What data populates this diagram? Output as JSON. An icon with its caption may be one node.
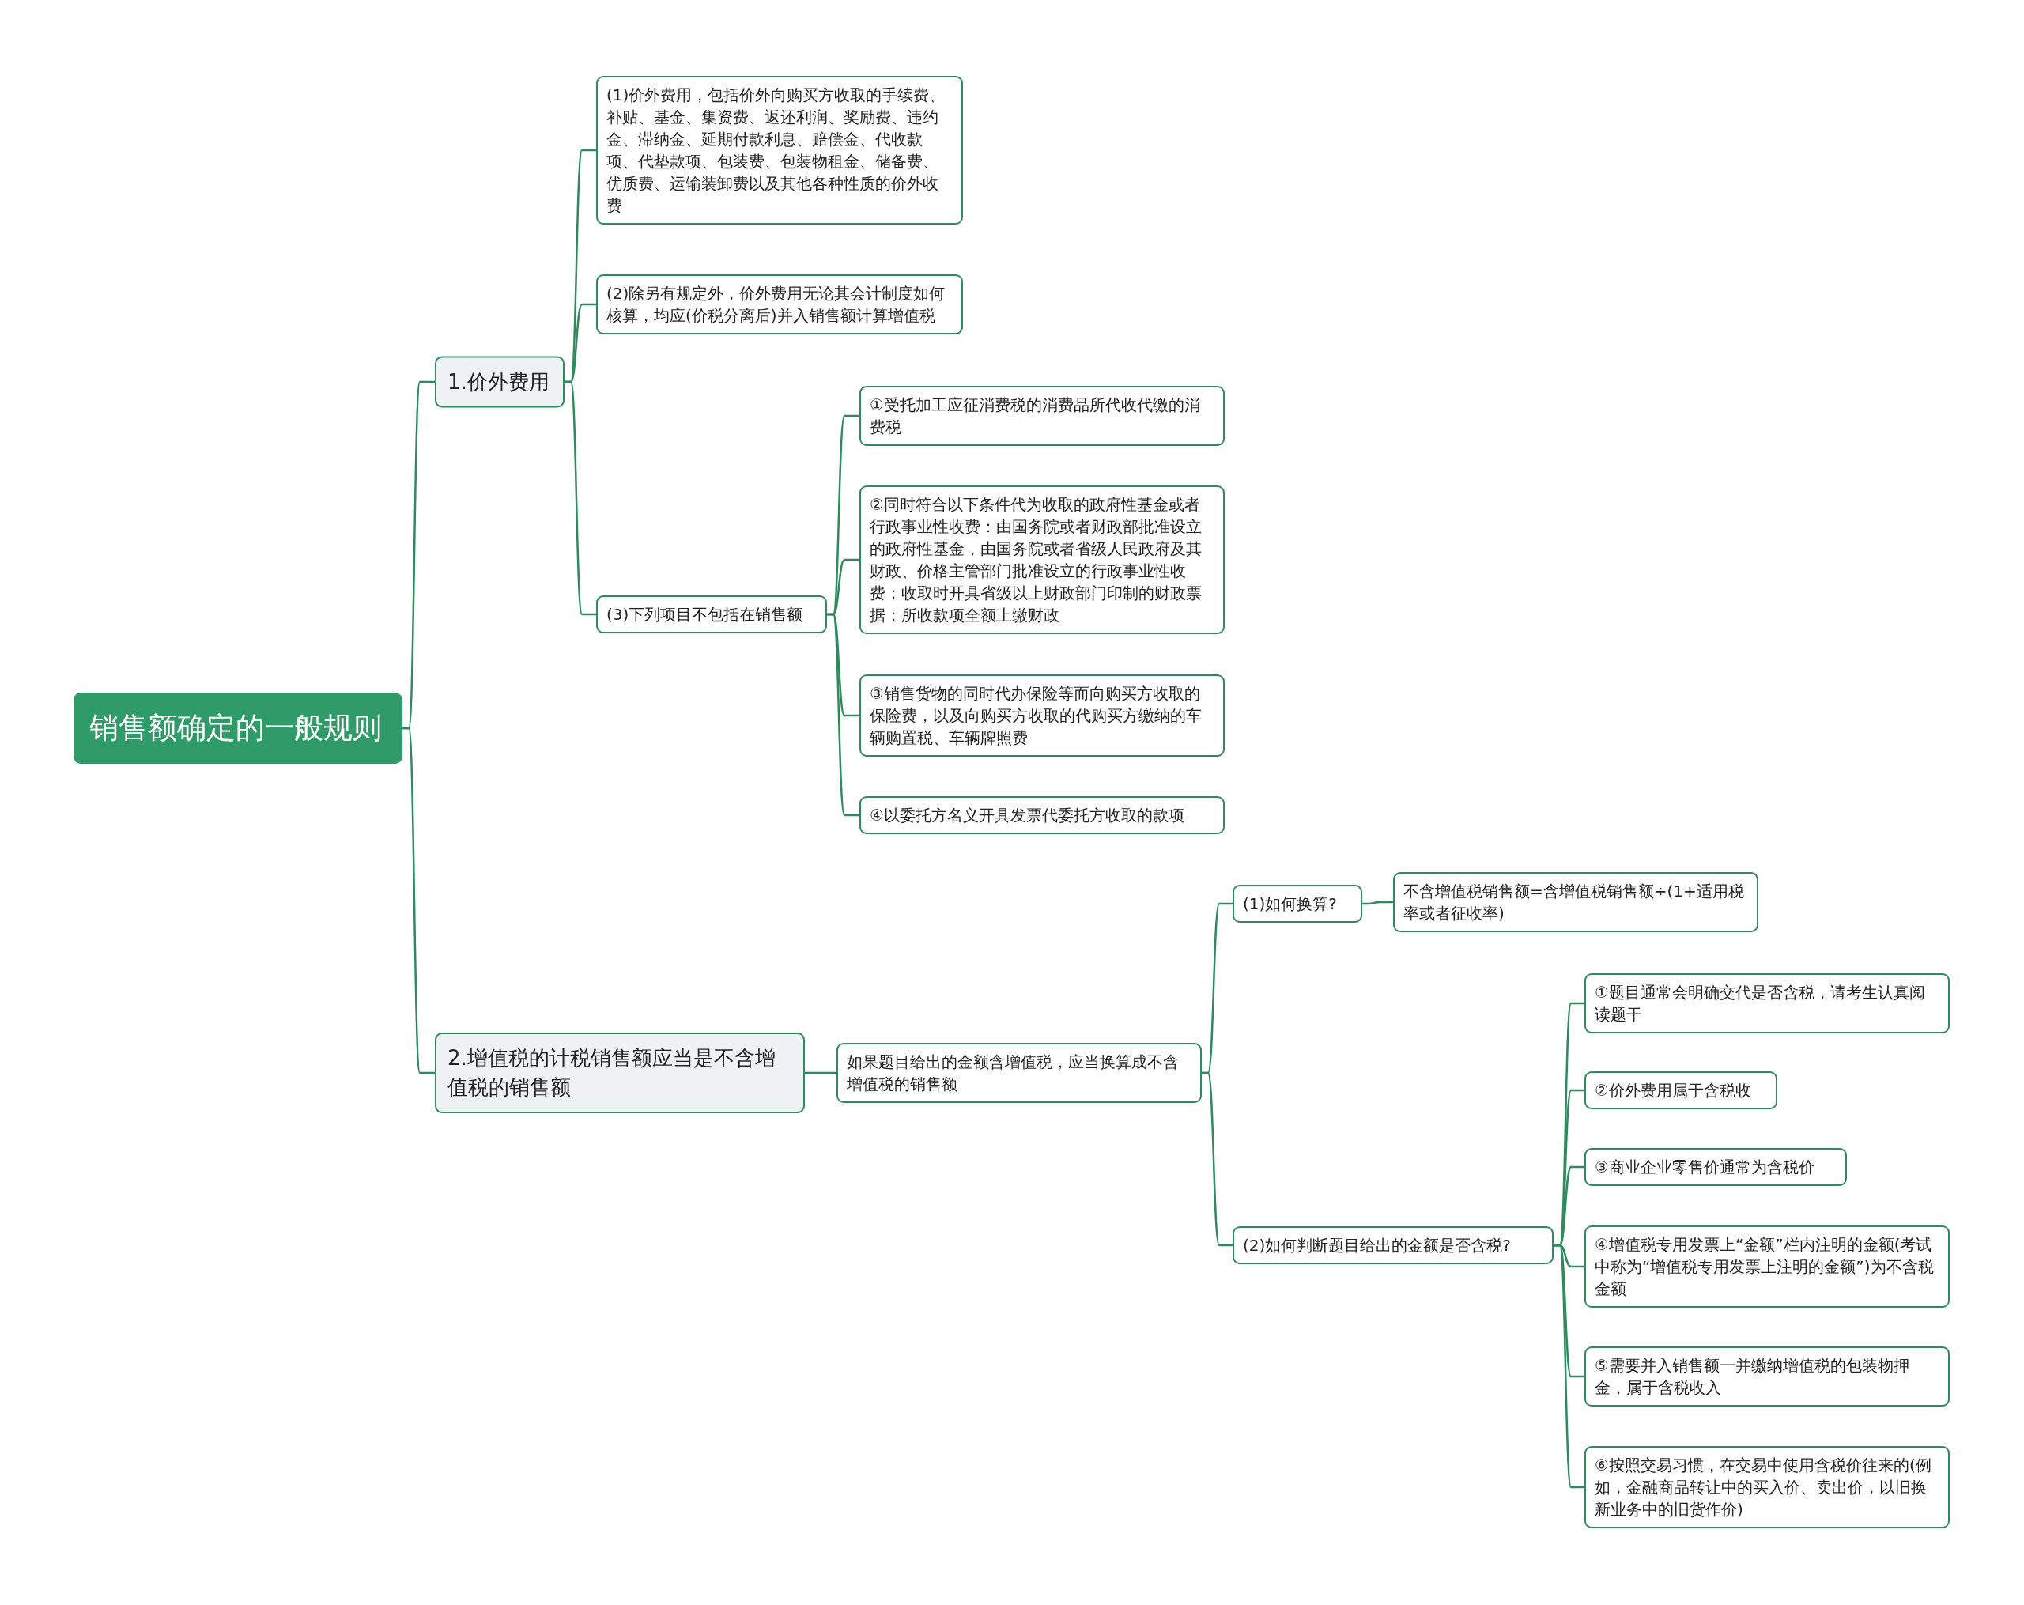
{
  "diagram": {
    "nodes": [
      {
        "text": [
          "销售额确定的一般规则"
        ]
      },
      {
        "text": [
          "1.价外费用"
        ]
      },
      {
        "text": [
          "(1)价外费用，包括价外向购买方收取的手续费、补贴、基金、集资费、返还利润、奖励费、违约金、滞纳金、延期付款利息、赔偿金、代收款项、代垫款项、包装费、包装物租金、储备费、优质费、运输装卸费以及其他各种性质的价外收费"
        ]
      },
      {
        "text": [
          "(2)除另有规定外，价外费用无论其会计制度如何核算，均应(价税分离后)并入销售额计算增值税"
        ]
      },
      {
        "text": [
          "(3)下列项目不包括在销售额"
        ]
      },
      {
        "text": [
          "①受托加工应征消费税的消费品所代收代缴的消费税"
        ]
      },
      {
        "text": [
          "②同时符合以下条件代为收取的政府性基金或者行政事业性收费：由国务院或者财政部批准设立的政府性基金，由国务院或者省级人民政府及其财政、价格主管部门批准设立的行政事业性收费；收取时开具省级以上财政部门印制的财政票据；所收款项全额上缴财政"
        ]
      },
      {
        "text": [
          "③销售货物的同时代办保险等而向购买方收取的保险费，以及向购买方收取的代购买方缴纳的车辆购置税、车辆牌照费"
        ]
      },
      {
        "text": [
          "④以委托方名义开具发票代委托方收取的款项"
        ]
      },
      {
        "text": [
          "2.增值税的计税销售额应当是不含增值税的销售额"
        ]
      },
      {
        "text": [
          "如果题目给出的金额含增值税，应当换算成不含增值税的销售额"
        ]
      },
      {
        "text": [
          "(1)如何换算?"
        ]
      },
      {
        "text": [
          "不含增值税销售额=含增值税销售额÷(1+适用税率或者征收率)"
        ]
      },
      {
        "text": [
          "(2)如何判断题目给出的金额是否含税?"
        ]
      },
      {
        "text": [
          "①题目通常会明确交代是否含税，请考生认真阅读题干"
        ]
      },
      {
        "text": [
          "②价外费用属于含税收"
        ]
      },
      {
        "text": [
          "③商业企业零售价通常为含税价"
        ]
      },
      {
        "text": [
          "④增值税专用发票上“金额”栏内注明的金额(考试中称为“增值税专用发票上注明的金额”)为不含税金额"
        ]
      },
      {
        "text": [
          "⑤需要并入销售额一并缴纳增值税的包装物押金，属于含税收入"
        ]
      },
      {
        "text": [
          "⑥按照交易习惯，在交易中使用含税价往来的(例如，金融商品转让中的买入价、卖出价，以旧换新业务中的旧货作价)"
        ]
      }
    ],
    "edges": [
      {
        "from": 0,
        "to": 1,
        "arrow": "none"
      },
      {
        "from": 0,
        "to": 9,
        "arrow": "none"
      },
      {
        "from": 1,
        "to": 2,
        "arrow": "none"
      },
      {
        "from": 1,
        "to": 3,
        "arrow": "none"
      },
      {
        "from": 1,
        "to": 4,
        "arrow": "none"
      },
      {
        "from": 4,
        "to": 5,
        "arrow": "none"
      },
      {
        "from": 4,
        "to": 6,
        "arrow": "none"
      },
      {
        "from": 4,
        "to": 7,
        "arrow": "none"
      },
      {
        "from": 4,
        "to": 8,
        "arrow": "none"
      },
      {
        "from": 9,
        "to": 10,
        "arrow": "none"
      },
      {
        "from": 10,
        "to": 11,
        "arrow": "none"
      },
      {
        "from": 10,
        "to": 13,
        "arrow": "none"
      },
      {
        "from": 11,
        "to": 12,
        "arrow": "none"
      },
      {
        "from": 13,
        "to": 14,
        "arrow": "none"
      },
      {
        "from": 13,
        "to": 15,
        "arrow": "none"
      },
      {
        "from": 13,
        "to": 16,
        "arrow": "none"
      },
      {
        "from": 13,
        "to": 17,
        "arrow": "none"
      },
      {
        "from": 13,
        "to": 18,
        "arrow": "none"
      },
      {
        "from": 13,
        "to": 19,
        "arrow": "none"
      }
    ]
  }
}
